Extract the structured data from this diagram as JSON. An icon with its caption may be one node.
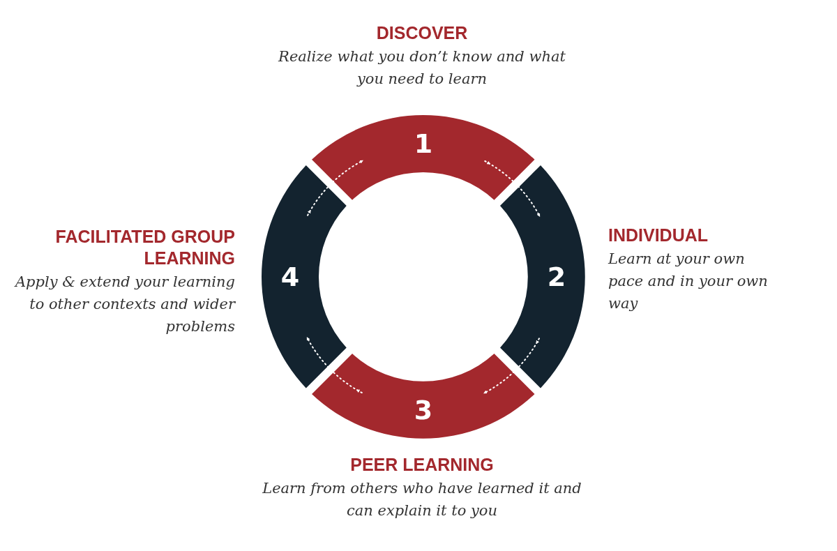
{
  "diagram": {
    "nodes": [
      {
        "text": [
          "1"
        ],
        "beside": [
          "DISCOVER",
          "Realize what you don’t know and what you need to learn"
        ]
      },
      {
        "text": [
          "2"
        ],
        "beside": [
          "INDIVIDUAL",
          "Learn at your own pace and in your own way"
        ]
      },
      {
        "text": [
          "3"
        ],
        "beside": [
          "PEER LEARNING",
          "Learn from others who have learned it and can explain it to you"
        ]
      },
      {
        "text": [
          "4"
        ],
        "beside": [
          "FACILITATED GROUP LEARNING",
          "Apply & extend your learning to other contexts and wider problems"
        ]
      }
    ],
    "edges": [
      {
        "from": 0,
        "to": 1,
        "arrow": "to",
        "style": "dashed"
      },
      {
        "from": 1,
        "to": 2,
        "arrow": "to",
        "style": "dashed"
      },
      {
        "from": 2,
        "to": 3,
        "arrow": "to",
        "style": "dashed"
      },
      {
        "from": 3,
        "to": 0,
        "arrow": "to",
        "style": "dashed"
      }
    ]
  }
}
